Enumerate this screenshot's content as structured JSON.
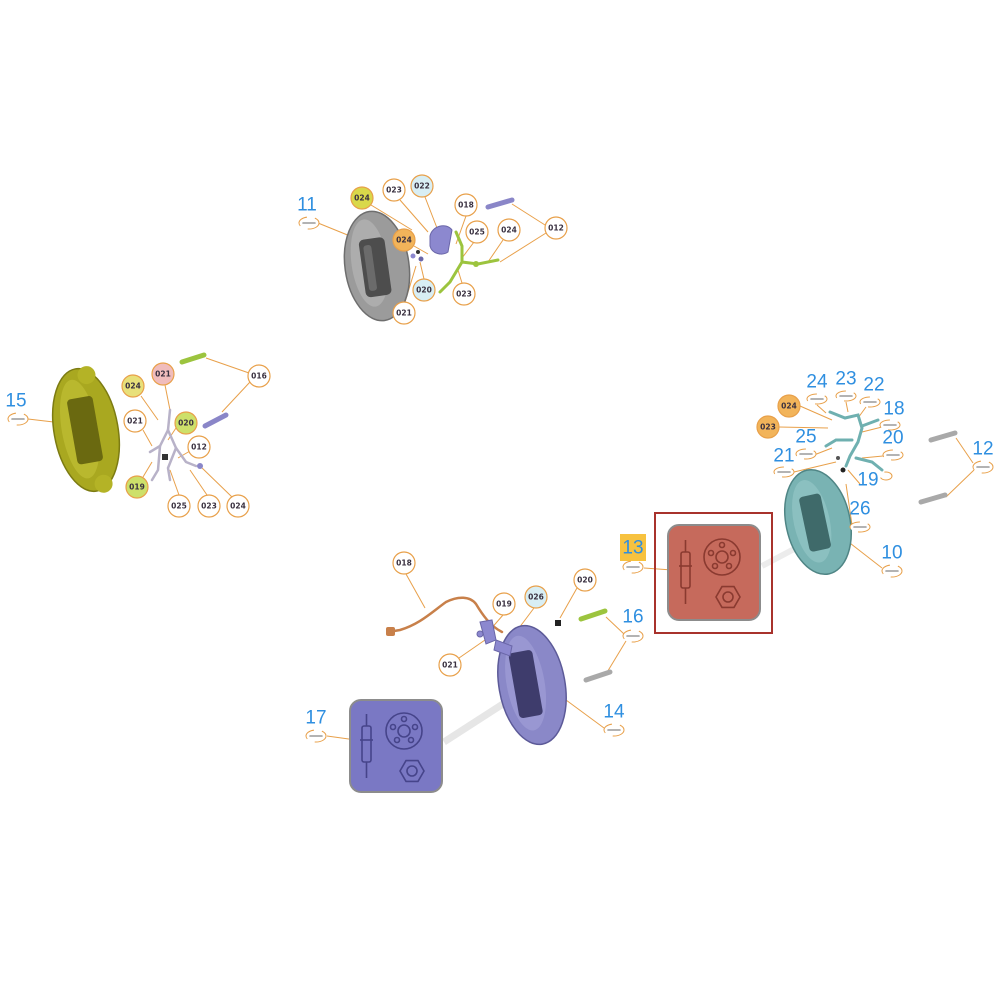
{
  "callouts": {
    "n10": "10",
    "n11": "11",
    "n12": "12",
    "n13": "13",
    "n14": "14",
    "n15": "15",
    "n16": "16",
    "n17": "17",
    "n18": "18",
    "n19": "19",
    "n20": "20",
    "n21": "21",
    "n22": "22",
    "n23": "23",
    "n24": "24",
    "n25": "25",
    "n26": "26"
  },
  "highlighted": {
    "n13": true
  },
  "tags": {
    "top": [
      "024",
      "023",
      "022",
      "018",
      "024",
      "025",
      "024",
      "012",
      "020",
      "021",
      "023"
    ],
    "left": [
      "021",
      "016",
      "024",
      "021",
      "020",
      "012",
      "019",
      "025",
      "023",
      "024"
    ],
    "right": [
      "024",
      "023"
    ],
    "bottom": [
      "018",
      "019",
      "026",
      "020",
      "021"
    ]
  },
  "colors": {
    "callout_number": "#2f8fe0",
    "selected_highlight": "#f7c23f",
    "selection_box": "#a8322c",
    "leader_line": "#e8a04a",
    "caliper_11": "#9b9b9b",
    "caliper_15": "#a9a820",
    "caliper_10": "#79b3b3",
    "caliper_14": "#8a88c8",
    "panel_13": "#c66a5c",
    "panel_17": "#7a78c4"
  },
  "icons": {
    "panel_13": [
      "spark-plug-icon",
      "brake-disc-icon",
      "hex-nut-icon"
    ],
    "panel_17": [
      "spark-plug-icon",
      "brake-disc-icon",
      "hex-nut-icon"
    ]
  }
}
